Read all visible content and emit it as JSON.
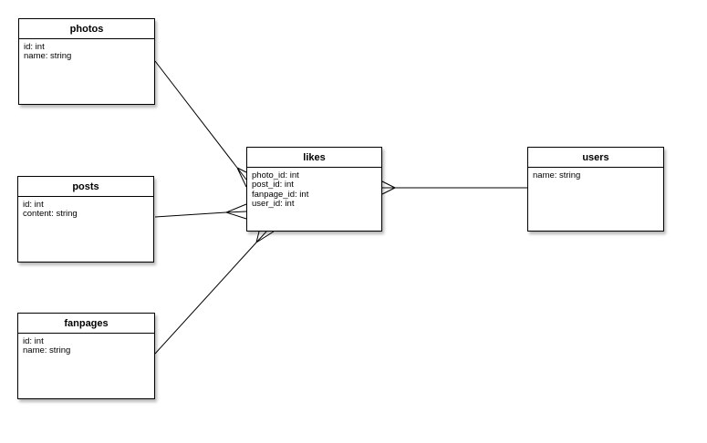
{
  "diagram": {
    "type": "entity-relationship",
    "colors": {
      "entity_fill": "#ffffff",
      "entity_border": "#000000",
      "line": "#000000",
      "title_text": "#000000",
      "attribute_text": "#000000",
      "background": "#ffffff"
    },
    "entities": [
      {
        "name": "photos",
        "title": "photos",
        "attributes": [
          "id: int",
          "name: string"
        ]
      },
      {
        "name": "posts",
        "title": "posts",
        "attributes": [
          "id: int",
          "content: string"
        ]
      },
      {
        "name": "fanpages",
        "title": "fanpages",
        "attributes": [
          "id: int",
          "name: string"
        ]
      },
      {
        "name": "likes",
        "title": "likes",
        "attributes": [
          "photo_id: int",
          "post_id: int",
          "fanpage_id: int",
          "user_id: int"
        ]
      },
      {
        "name": "users",
        "title": "users",
        "attributes": [
          "name: string"
        ]
      }
    ],
    "relationships": [
      {
        "from": "photos",
        "to": "likes",
        "cardinality": "one-to-many",
        "many_end": "likes"
      },
      {
        "from": "posts",
        "to": "likes",
        "cardinality": "one-to-many",
        "many_end": "likes"
      },
      {
        "from": "fanpages",
        "to": "likes",
        "cardinality": "one-to-many",
        "many_end": "likes"
      },
      {
        "from": "users",
        "to": "likes",
        "cardinality": "one-to-many",
        "many_end": "likes"
      }
    ]
  }
}
